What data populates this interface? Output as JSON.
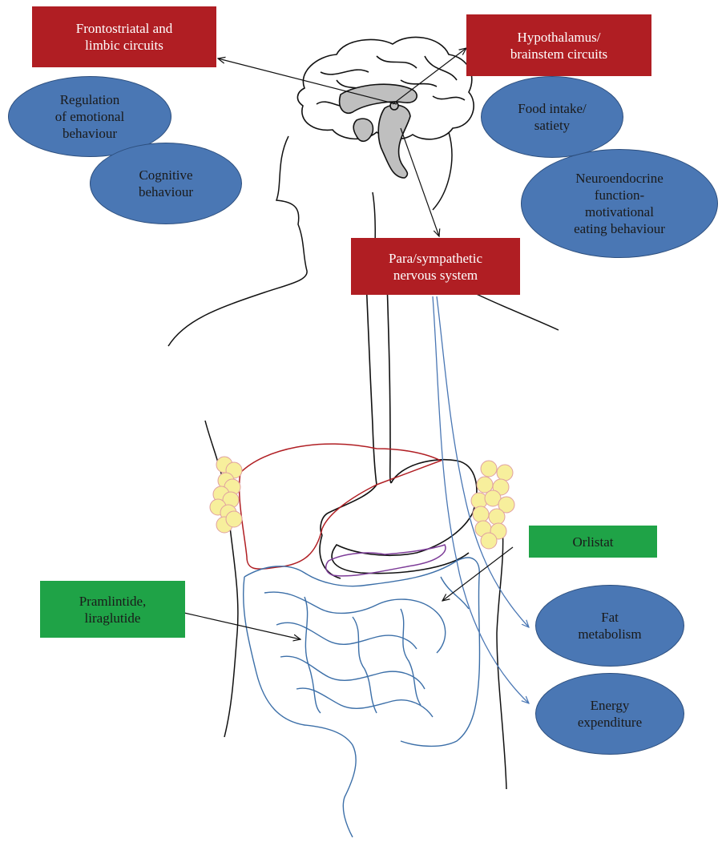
{
  "labels": {
    "frontostriatal": "Frontostriatal and\nlimbic circuits",
    "hypothalamus": "Hypothalamus/\nbrainstem circuits",
    "para_sympathetic": "Para/sympathetic\nnervous system",
    "orlistat": "Orlistat",
    "pramlintide": "Pramlintide,\nliraglutide"
  },
  "ovals": {
    "regulation": "Regulation\nof emotional\nbehaviour",
    "cognitive": "Cognitive\nbehaviour",
    "food_intake": "Food intake/\nsatiety",
    "neuroendocrine": "Neuroendocrine\nfunction-\nmotivational\neating behaviour",
    "fat_metabolism": "Fat\nmetabolism",
    "energy": "Energy\nexpenditure"
  },
  "colors": {
    "red_box": "#b01e23",
    "green_box": "#1fa347",
    "oval_fill": "#4a77b4",
    "intestine": "#3c6fa8",
    "liver": "#b01e23",
    "pancreas": "#7d3c98",
    "fat_cells": "#f7ef9c"
  }
}
